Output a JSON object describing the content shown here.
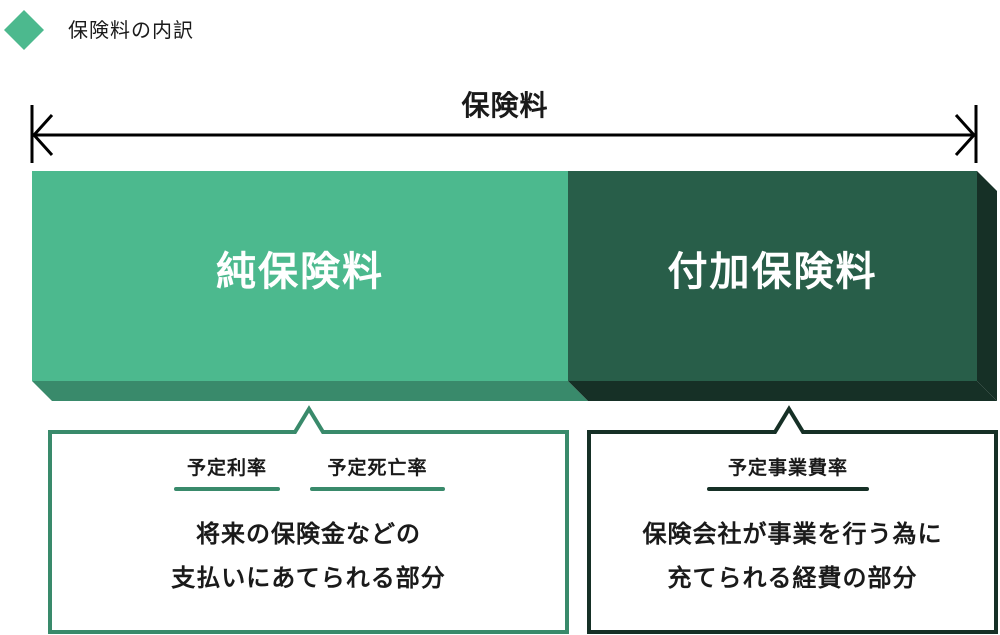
{
  "heading": {
    "title": "保険料の内訳",
    "icon": "diamond-icon"
  },
  "span": {
    "label": "保険料"
  },
  "bars": [
    {
      "id": "pure",
      "label": "純保険料",
      "color": "#4CB98E",
      "bevel_color": "#398A6B"
    },
    {
      "id": "loading",
      "label": "付加保険料",
      "color": "#285E49",
      "bevel_color": "#163026"
    }
  ],
  "callouts": {
    "left": {
      "tags": [
        "予定利率",
        "予定死亡率"
      ],
      "lines": [
        "将来の保険金などの",
        "支払いにあてられる部分"
      ],
      "border_color": "#398A6B"
    },
    "right": {
      "tags": [
        "予定事業費率"
      ],
      "lines": [
        "保険会社が事業を行う為に",
        "充てられる経費の部分"
      ],
      "border_color": "#163026"
    }
  },
  "colors": {
    "accent": "#4CB98E",
    "dark": "#285E49",
    "text": "#1a1a1a"
  }
}
